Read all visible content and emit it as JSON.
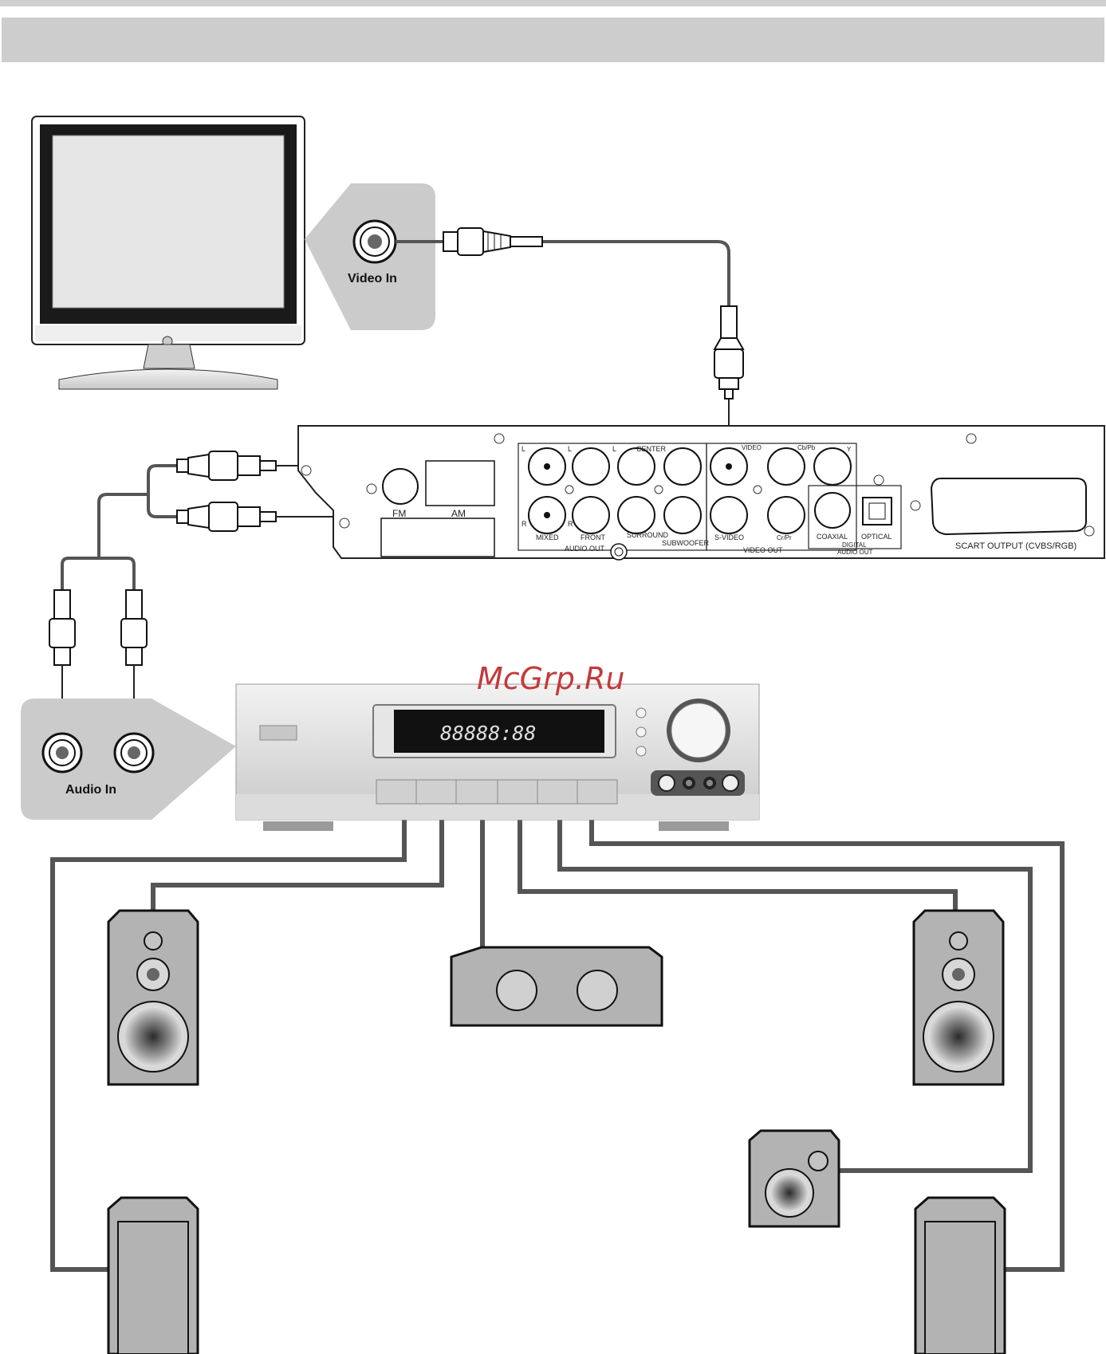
{
  "tv": {
    "video_in_label": "Video In"
  },
  "receiver_input": {
    "audio_in_label": "Audio In"
  },
  "dvd_panel": {
    "fm_label": "FM",
    "am_label": "AM",
    "audio_left_top": [
      "L",
      "L",
      "L"
    ],
    "center_label": "CENTER",
    "right_marks": [
      "R",
      "R"
    ],
    "mixed_label": "MIXED",
    "front_label": "FRONT",
    "surround_label": "SURROUND",
    "subwoofer_label": "SUBWOOFER",
    "audio_out_label": "AUDIO OUT",
    "video_label": "VIDEO",
    "cbpb_label": "Cb/Pb",
    "y_label": "Y",
    "svideo_label": "S-VIDEO",
    "crpr_label": "Cr/Pr",
    "video_out_label": "VIDEO OUT",
    "coaxial_label": "COAXIAL",
    "optical_label": "OPTICAL",
    "digital_label": "DIGITAL",
    "digital_audio_out_label": "AUDIO OUT",
    "scart_label": "SCART  OUTPUT  (CVBS/RGB)"
  },
  "receiver_display": {
    "segments": "88888:88"
  },
  "watermark": "McGrp.Ru",
  "colors": {
    "header_band": "#cdcdcd",
    "cable": "#555555",
    "speaker_body": "#b3b3b3",
    "watermark": "#c43a3a"
  }
}
